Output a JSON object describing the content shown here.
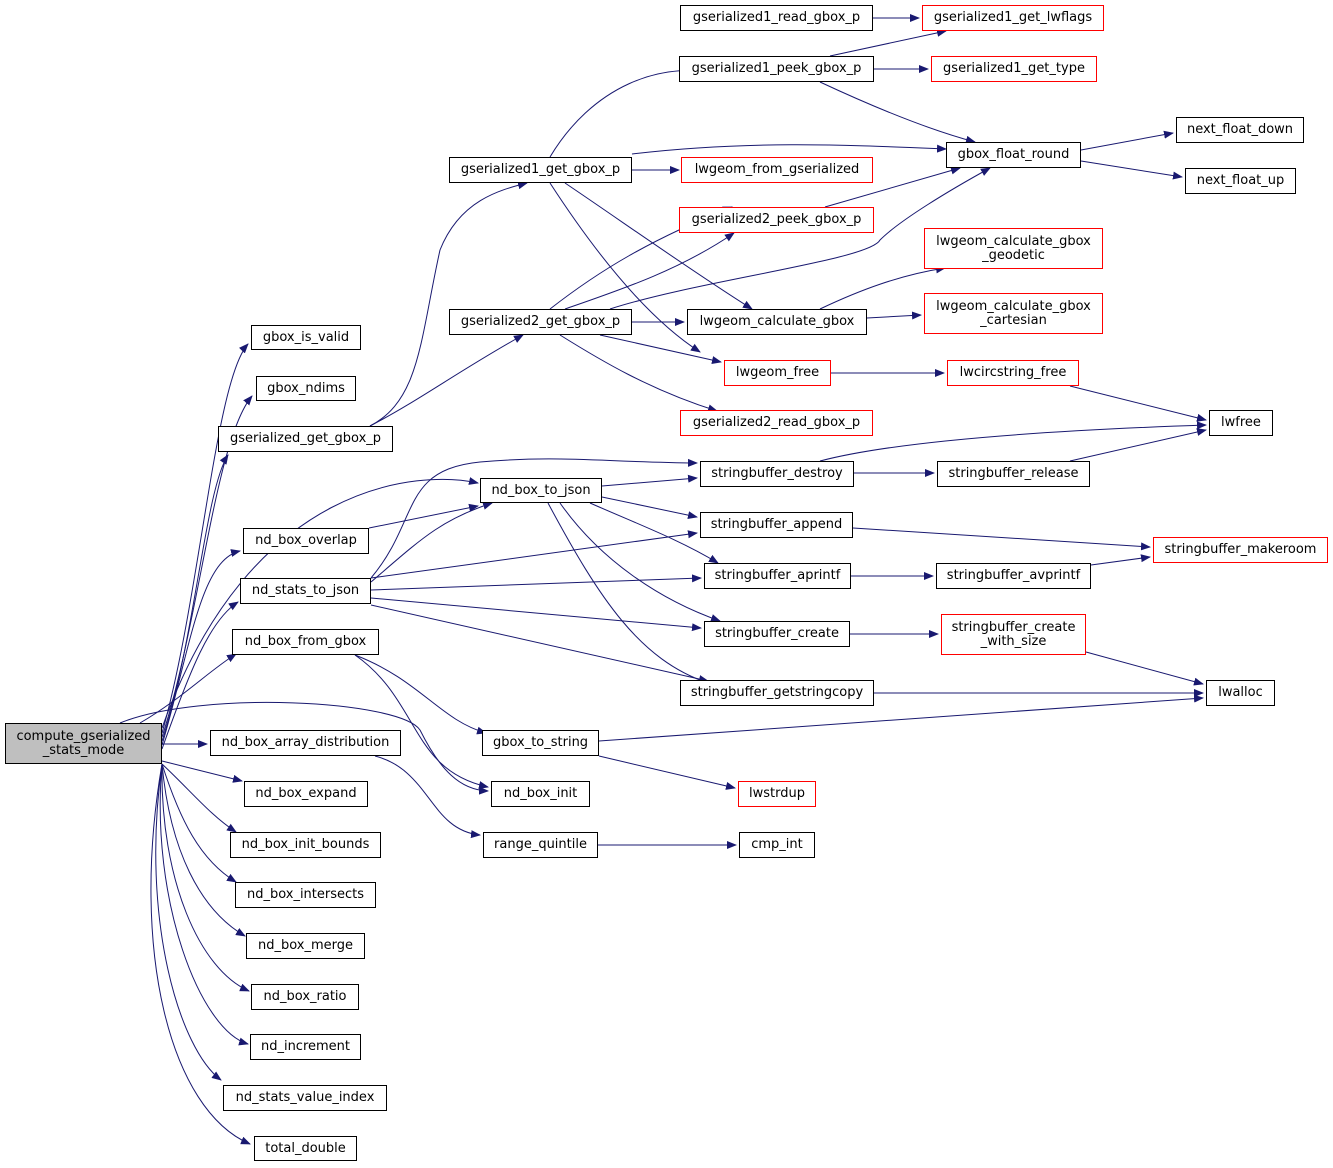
{
  "colors": {
    "edge": "#191970",
    "node_border": "#000000",
    "truncated_border": "#ff0000",
    "root_fill": "#bfbfbf"
  },
  "nodes": {
    "root": {
      "line1": "compute_gserialized",
      "line2": "_stats_mode"
    },
    "gbox_is_valid": "gbox_is_valid",
    "gbox_ndims": "gbox_ndims",
    "gserialized_get_gbox_p": "gserialized_get_gbox_p",
    "nd_box_overlap": "nd_box_overlap",
    "nd_stats_to_json": "nd_stats_to_json",
    "nd_box_from_gbox": "nd_box_from_gbox",
    "nd_box_array_distribution": "nd_box_array_distribution",
    "nd_box_expand": "nd_box_expand",
    "nd_box_init_bounds": "nd_box_init_bounds",
    "nd_box_intersects": "nd_box_intersects",
    "nd_box_merge": "nd_box_merge",
    "nd_box_ratio": "nd_box_ratio",
    "nd_increment": "nd_increment",
    "nd_stats_value_index": "nd_stats_value_index",
    "total_double": "total_double",
    "gserialized1_get_gbox_p": "gserialized1_get_gbox_p",
    "gserialized2_get_gbox_p": "gserialized2_get_gbox_p",
    "nd_box_to_json": "nd_box_to_json",
    "gbox_to_string": "gbox_to_string",
    "nd_box_init": "nd_box_init",
    "range_quintile": "range_quintile",
    "gserialized1_read_gbox_p": "gserialized1_read_gbox_p",
    "gserialized1_peek_gbox_p": "gserialized1_peek_gbox_p",
    "lwgeom_from_gserialized": "lwgeom_from_gserialized",
    "gserialized2_peek_gbox_p": "gserialized2_peek_gbox_p",
    "lwgeom_calculate_gbox": "lwgeom_calculate_gbox",
    "lwgeom_free": "lwgeom_free",
    "gserialized2_read_gbox_p": "gserialized2_read_gbox_p",
    "stringbuffer_destroy": "stringbuffer_destroy",
    "stringbuffer_append": "stringbuffer_append",
    "stringbuffer_aprintf": "stringbuffer_aprintf",
    "stringbuffer_create": "stringbuffer_create",
    "stringbuffer_getstringcopy": "stringbuffer_getstringcopy",
    "lwstrdup": "lwstrdup",
    "cmp_int": "cmp_int",
    "gserialized1_get_lwflags": "gserialized1_get_lwflags",
    "gserialized1_get_type": "gserialized1_get_type",
    "gbox_float_round": "gbox_float_round",
    "lwgeom_calculate_gbox_geodetic": {
      "line1": "lwgeom_calculate_gbox",
      "line2": "_geodetic"
    },
    "lwgeom_calculate_gbox_cartesian": {
      "line1": "lwgeom_calculate_gbox",
      "line2": "_cartesian"
    },
    "lwcircstring_free": "lwcircstring_free",
    "stringbuffer_release": "stringbuffer_release",
    "stringbuffer_avprintf": "stringbuffer_avprintf",
    "stringbuffer_create_with_size": {
      "line1": "stringbuffer_create",
      "line2": "_with_size"
    },
    "next_float_down": "next_float_down",
    "next_float_up": "next_float_up",
    "lwfree": "lwfree",
    "stringbuffer_makeroom": "stringbuffer_makeroom",
    "lwalloc": "lwalloc"
  }
}
